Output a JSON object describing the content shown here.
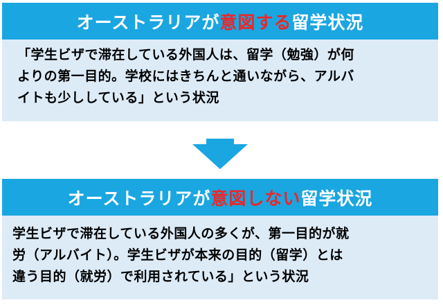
{
  "top": {
    "title_prefix": "オーストラリアが",
    "title_emphasis": "意図する",
    "title_suffix": "留学状況",
    "body_lines": [
      "「学生ビザで滞在している外国人は、留学（勉強）が何",
      "よりの第一目的。学校にはきちんと通いながら、アルバ",
      "イトも少ししている」という状況"
    ]
  },
  "bottom": {
    "title_prefix": "オーストラリアが",
    "title_emphasis": "意図しない",
    "title_suffix": "留学状況",
    "body_lines": [
      "学生ビザで滞在している外国人の多くが、第一目的が就",
      "労（アルバイト）。学生ビザが本来の目的（留学）とは",
      "違う目的（就労）で利用されている」という状況"
    ]
  },
  "colors": {
    "header_bg": "#1aa6e1",
    "body_bg": "#ddebf7",
    "emphasis": "#e8282b",
    "arrow": "#1aa6e1"
  },
  "icons": {
    "arrow": "down-arrow-icon"
  }
}
